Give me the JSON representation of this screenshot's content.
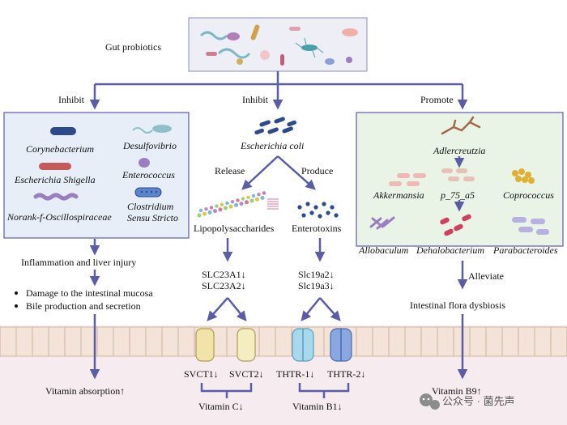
{
  "top": {
    "label": "Gut probiotics"
  },
  "branches": {
    "inhibit_left": "Inhibit",
    "inhibit_mid": "Inhibit",
    "promote": "Promote"
  },
  "left_box": {
    "items": [
      "Corynebacterium",
      "Desulfovibrio",
      "Escherichia Shigella",
      "Enterococcus",
      "Norank-f-Oscillospiraceae",
      "Clostridium",
      "Sensu Stricto"
    ]
  },
  "left_flow": {
    "effect": "Inflammation and liver injury",
    "bullets": [
      "Damage to the intestinal mucosa",
      "Bile production and secretion"
    ],
    "outcome": "Vitamin absorption↑"
  },
  "middle": {
    "organism": "Escherichia coli",
    "release": "Release",
    "produce": "Produce",
    "lps": "Lipopolysaccharides",
    "enterotoxins": "Enterotoxins",
    "genes_left": [
      "SLC23A1↓",
      "SLC23A2↓"
    ],
    "genes_right": [
      "Slc19a2↓",
      "Slc19a3↓"
    ],
    "transporters": [
      "SVCT1↓",
      "SVCT2↓",
      "THTR-1↓",
      "THTR-2↓"
    ],
    "vitamin_c": "Vitamin C↓",
    "vitamin_b1": "Vitamin B1↓"
  },
  "right_box": {
    "items": [
      "Adlercreutzia",
      "Akkermansia",
      "p_75_a5",
      "Coprococcus",
      "Allobaculum",
      "Dehalobacterium",
      "Parabacteroides"
    ]
  },
  "right_flow": {
    "alleviate": "Alleviate",
    "effect": "Intestinal flora dysbiosis",
    "outcome": "Vitamin B9↑"
  },
  "watermark": "公众号 · 菌先声",
  "colors": {
    "arrow": "#5b5ca6",
    "box_left_fill": "#e7eef8",
    "box_right_fill": "#eaf4e6",
    "box_border": "#5b5ca6",
    "lumen": "#f6ecef",
    "cell": "#f3e3d8",
    "cell_border": "#c9a994"
  }
}
